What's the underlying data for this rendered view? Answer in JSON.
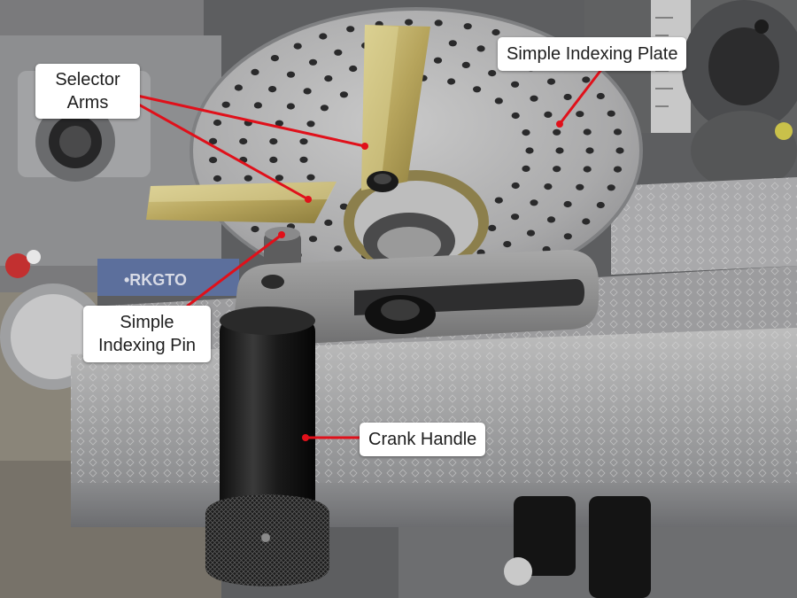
{
  "labels": {
    "selector_arms": "Selector\nArms",
    "simple_indexing_plate": "Simple Indexing Plate",
    "simple_indexing_pin": "Simple\nIndexing Pin",
    "crank_handle": "Crank Handle"
  },
  "colors": {
    "leader_line": "#e0101a",
    "callout_background": "#ffffff",
    "callout_text": "#1e1e1e"
  }
}
